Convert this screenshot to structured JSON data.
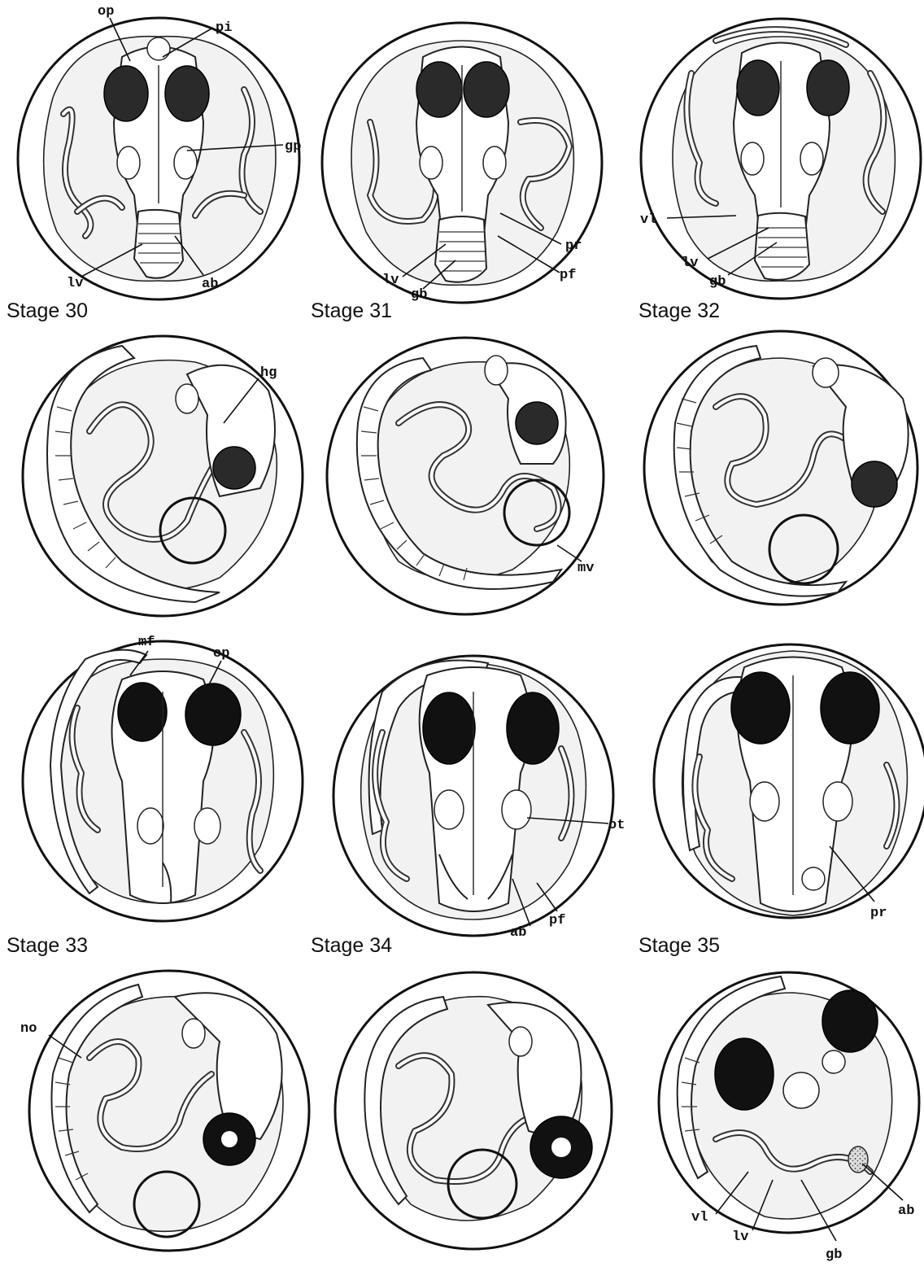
{
  "stages": [
    {
      "id": "s30",
      "caption": "Stage 30"
    },
    {
      "id": "s31",
      "caption": "Stage 31"
    },
    {
      "id": "s32",
      "caption": "Stage 32"
    },
    {
      "id": "s33",
      "caption": "Stage 33"
    },
    {
      "id": "s34",
      "caption": "Stage 34"
    },
    {
      "id": "s35",
      "caption": "Stage 35"
    }
  ],
  "labels": {
    "op": "op",
    "pi": "pi",
    "gp": "gp",
    "lv": "lv",
    "ab": "ab",
    "pr": "pr",
    "pf": "pf",
    "gb": "gb",
    "vl": "vl",
    "hg": "hg",
    "mv": "mv",
    "mf": "mf",
    "ot": "ot",
    "no": "no"
  },
  "colors": {
    "ink": "#111111",
    "paper": "#ffffff",
    "yolk": "#f2f2f2"
  }
}
